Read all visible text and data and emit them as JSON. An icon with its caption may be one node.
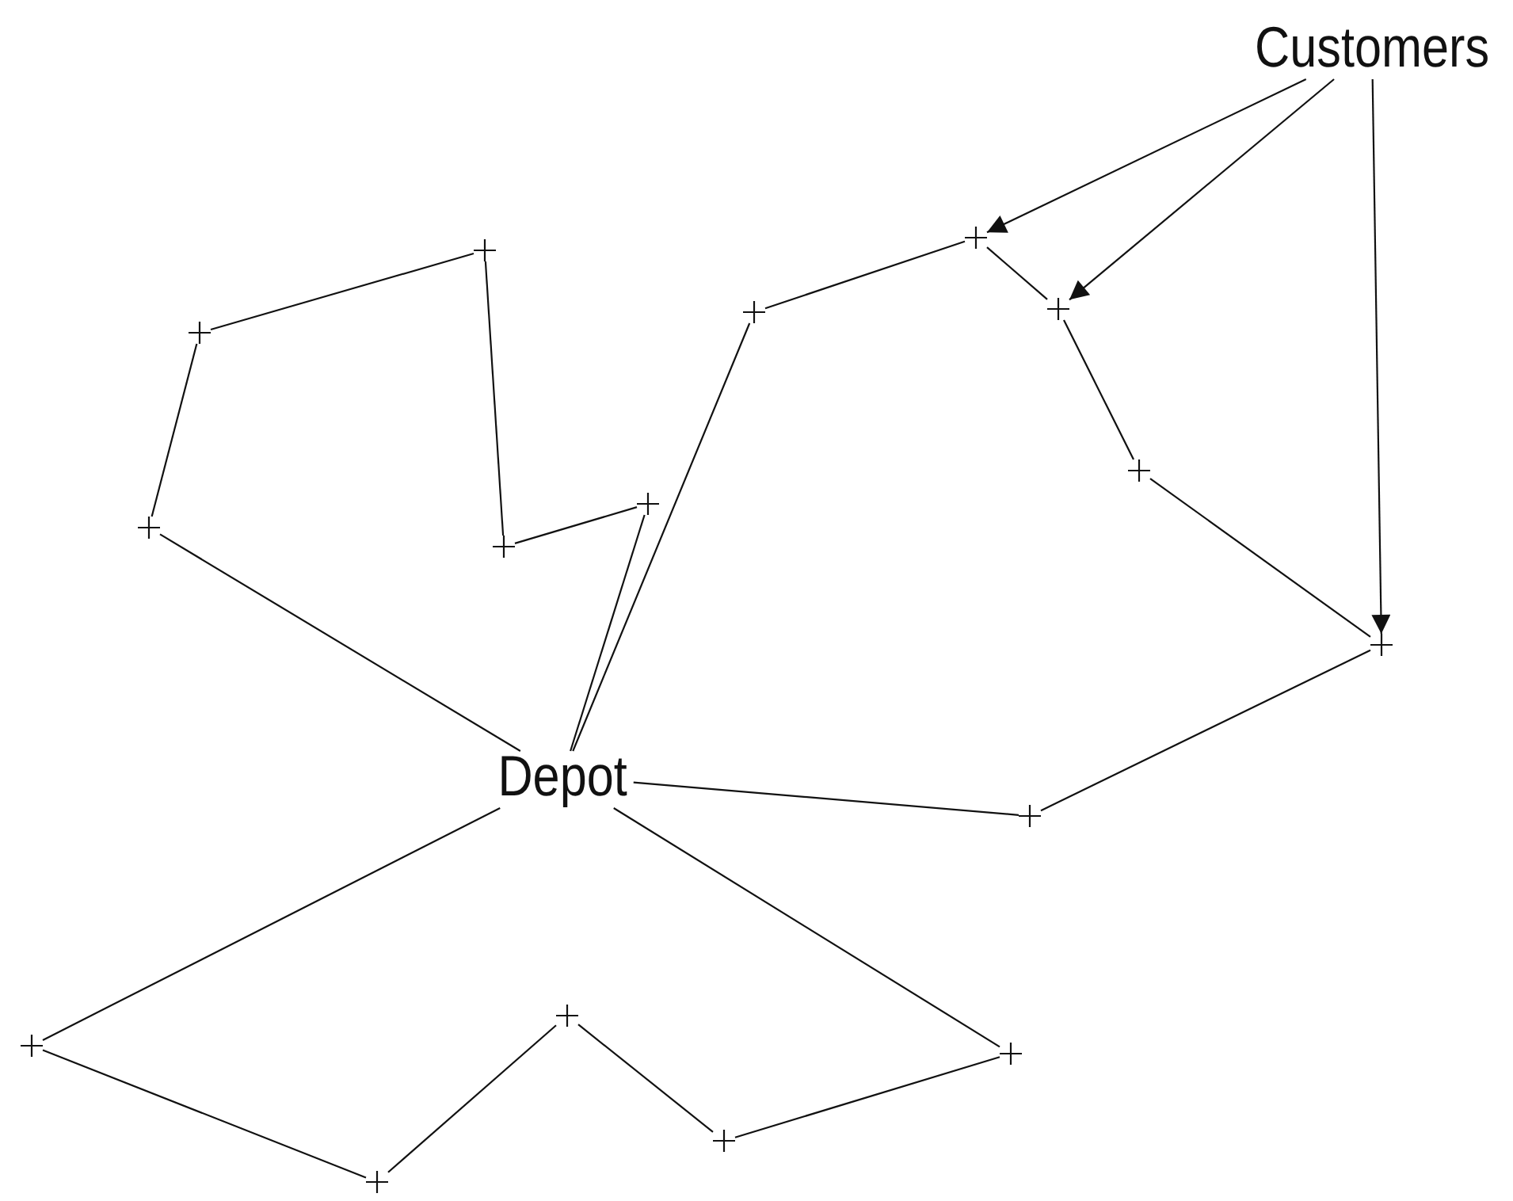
{
  "diagram": {
    "nodes": [
      {
        "text": [
          "Depot"
        ]
      },
      {
        "text": [
          "Customers"
        ]
      },
      {
        "text": [],
        "shape": "cross"
      },
      {
        "text": [],
        "shape": "cross"
      },
      {
        "text": [],
        "shape": "cross"
      },
      {
        "text": [],
        "shape": "cross"
      },
      {
        "text": [],
        "shape": "cross"
      },
      {
        "text": [],
        "shape": "cross"
      },
      {
        "text": [],
        "shape": "cross"
      },
      {
        "text": [],
        "shape": "cross"
      },
      {
        "text": [],
        "shape": "cross"
      },
      {
        "text": [],
        "shape": "cross"
      },
      {
        "text": [],
        "shape": "cross"
      },
      {
        "text": [],
        "shape": "cross"
      },
      {
        "text": [],
        "shape": "cross"
      },
      {
        "text": [],
        "shape": "cross"
      },
      {
        "text": [],
        "shape": "cross"
      },
      {
        "text": [],
        "shape": "cross"
      }
    ],
    "edges": [
      {
        "from": 0,
        "to": 3,
        "arrow": "none"
      },
      {
        "from": 3,
        "to": 4,
        "arrow": "none"
      },
      {
        "from": 4,
        "to": 6,
        "arrow": "none"
      },
      {
        "from": 6,
        "to": 7,
        "arrow": "none"
      },
      {
        "from": 7,
        "to": 9,
        "arrow": "none"
      },
      {
        "from": 9,
        "to": 0,
        "arrow": "none"
      },
      {
        "from": 0,
        "to": 11,
        "arrow": "none"
      },
      {
        "from": 11,
        "to": 12,
        "arrow": "none"
      },
      {
        "from": 12,
        "to": 15,
        "arrow": "none"
      },
      {
        "from": 15,
        "to": 16,
        "arrow": "none"
      },
      {
        "from": 16,
        "to": 17,
        "arrow": "none"
      },
      {
        "from": 17,
        "to": 14,
        "arrow": "none"
      },
      {
        "from": 14,
        "to": 0,
        "arrow": "none"
      },
      {
        "from": 0,
        "to": 2,
        "arrow": "none"
      },
      {
        "from": 2,
        "to": 5,
        "arrow": "none"
      },
      {
        "from": 5,
        "to": 8,
        "arrow": "none"
      },
      {
        "from": 8,
        "to": 10,
        "arrow": "none"
      },
      {
        "from": 10,
        "to": 13,
        "arrow": "none"
      },
      {
        "from": 13,
        "to": 0,
        "arrow": "none"
      },
      {
        "from": 1,
        "to": 12,
        "arrow": "to"
      },
      {
        "from": 1,
        "to": 15,
        "arrow": "to"
      },
      {
        "from": 1,
        "to": 17,
        "arrow": "to"
      }
    ]
  }
}
